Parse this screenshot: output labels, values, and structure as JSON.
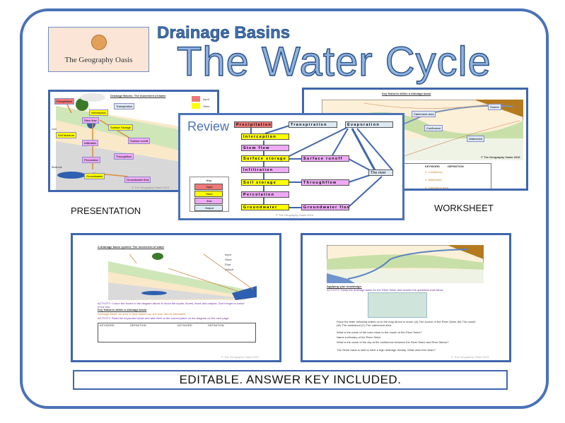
{
  "brand": {
    "logo_text": "The Geography Oasis"
  },
  "header": {
    "subtitle": "Drainage Basins",
    "title": "The Water Cycle"
  },
  "presentation": {
    "caption": "PRESENTATION",
    "title": "Drainage Basins: The movement of water",
    "labels": [
      "Precipitation",
      "Transpiration",
      "Interception",
      "Stem flow",
      "Surface Storage",
      "Soil Moisture",
      "Infiltration",
      "Surface runoff",
      "Throughflow",
      "Percolation",
      "Groundwater",
      "Groundwater flow"
    ],
    "side_labels": [
      "Soil",
      "Bedrock"
    ],
    "key": [
      "Input",
      "Store"
    ],
    "copyright": "© The Geography Oasis 2019"
  },
  "review": {
    "title": "Review",
    "input": "Precipitation",
    "stores_flows": [
      "Interception",
      "Stem flow",
      "Surface storage",
      "Infiltration",
      "Soil storage",
      "Percolation",
      "Groundwater"
    ],
    "side_flows": [
      "Surface runoff",
      "Throughflow",
      "Groundwater flow"
    ],
    "outputs": [
      "Transpiration",
      "Evaporation",
      "The river"
    ],
    "key_title": "Key",
    "key": [
      "Input",
      "Store",
      "flow",
      "Output"
    ],
    "copyright": "© The Geography Oasis 2019",
    "colors": {
      "input": "#ef7878",
      "store": "#ffff00",
      "flow": "#eeaaf5",
      "output": "#dde9f5",
      "arrow": "#3f66ad"
    }
  },
  "worksheet": {
    "caption": "WORKSHEET",
    "title": "Key features within a drainage basin",
    "labels": [
      "Catchment area",
      "Source",
      "Confluence",
      "Watershed"
    ],
    "table_headers": [
      "KEYWORD",
      "DEFINITION"
    ],
    "table_keywords": [
      "3. Confluence",
      "5. Watershed",
      "6. Catchment area"
    ],
    "copyright": "© The Geography Oasis 2019"
  },
  "worksheet2": {
    "title": "A drainage basin system: The movement of water",
    "key": [
      "Input",
      "Store",
      "Flow",
      "Output"
    ],
    "activity1": "ACTIVITY: Colour the boxes in the diagram above to show the inputs, stores, flows and outputs. Don't forget to colour in the key.",
    "section": "Key features within a drainage basin",
    "definition": "Drainage Basin: an area of land drained by one river and its tributaries.",
    "activity2": "ACTIVITY: Read the keywords below and add them to the correct place on the diagram on the next page.",
    "table_headers": [
      "KEYWORD",
      "DEFINITION",
      "KEYWORD",
      "DEFINITION"
    ],
    "copyright": "© The Geography Oasis 2019"
  },
  "worksheet3": {
    "section": "Applying your knowledge.",
    "activity": "ACTIVITY: Study the drainage basin for the River Seine and answer the questions that follow.",
    "questions": [
      "Place the letter following letters on to the map above to show: (A) The source of the River Seine (M) The mouth (W) The watershed (C) The catchment area",
      "What is the name of the town close to the mouth of the River Seine?",
      "Name a tributary of the River Seine",
      "What is the name of the city at the confluence between the River Seine and River Marne?",
      "The Seine basin is said to have a high drainage density. What does this mean?"
    ],
    "copyright": "© The Geography Oasis 2019"
  },
  "banner": {
    "text": "EDITABLE. ANSWER KEY INCLUDED."
  }
}
